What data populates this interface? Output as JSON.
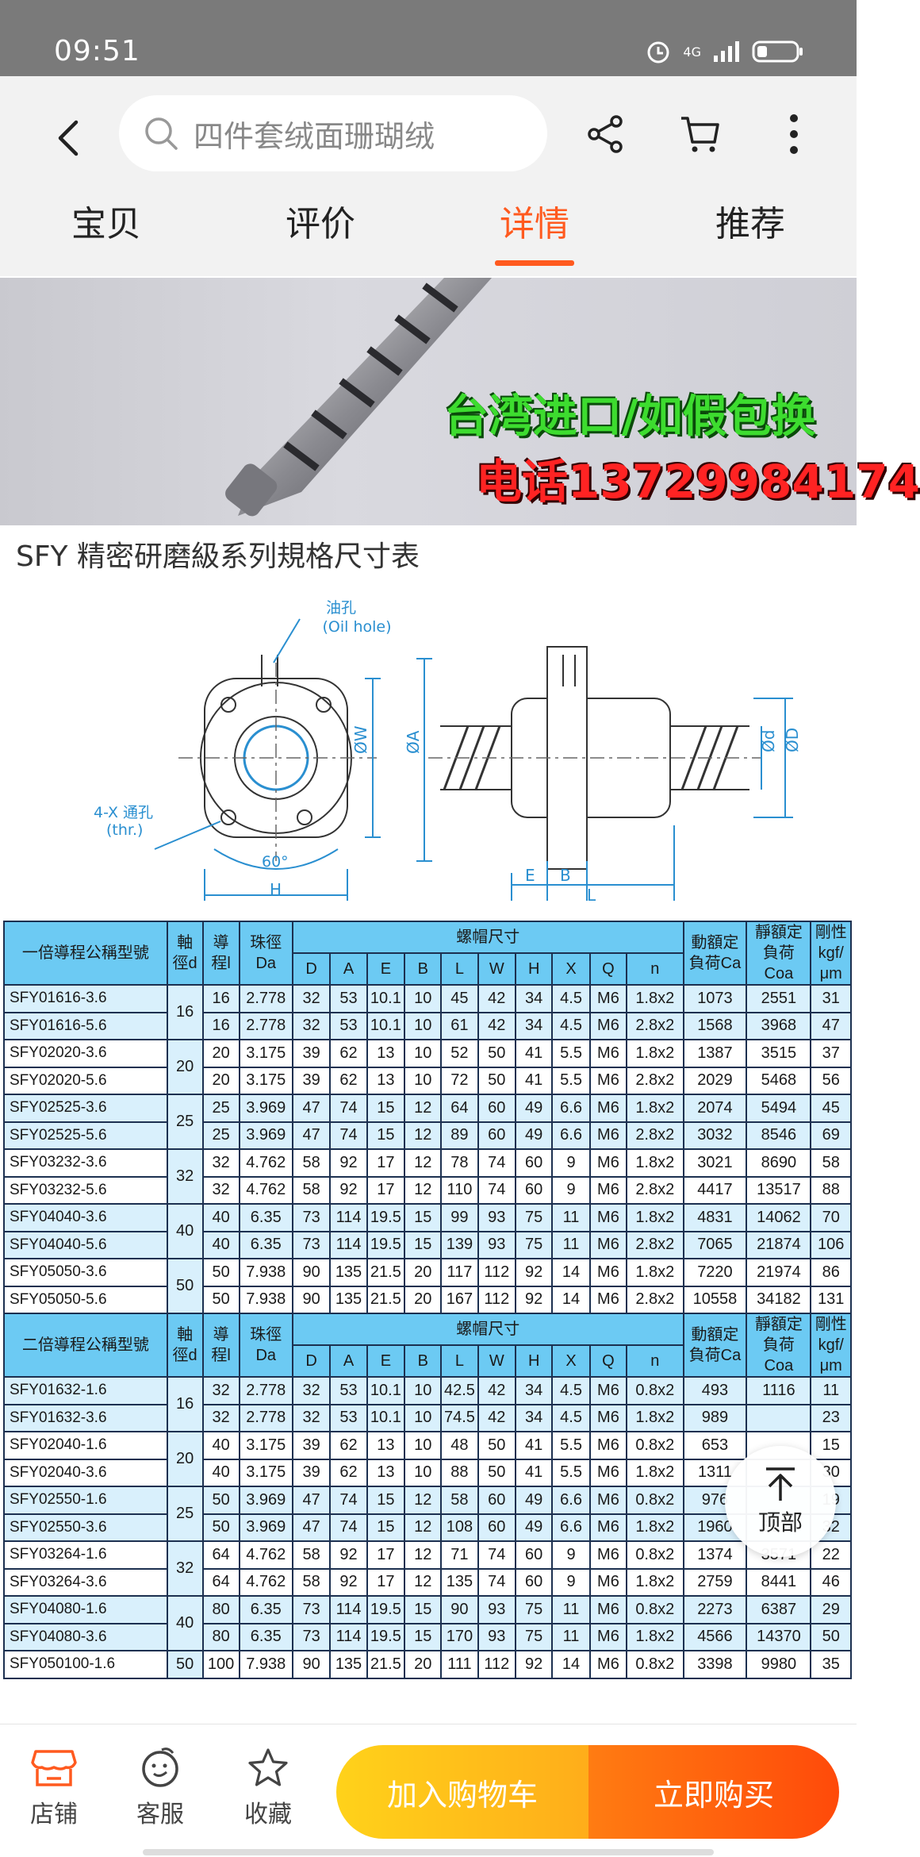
{
  "status": {
    "time": "09:51",
    "network": "4G"
  },
  "header": {
    "search_placeholder": "四件套绒面珊瑚绒",
    "tabs": [
      {
        "label": "宝贝",
        "active": false
      },
      {
        "label": "评价",
        "active": false
      },
      {
        "label": "详情",
        "active": true
      },
      {
        "label": "推荐",
        "active": false
      }
    ]
  },
  "banner": {
    "line1": "台湾进口/如假包换",
    "line2": "电话13729984174"
  },
  "spec_title": "SFY 精密研磨級系列規格尺寸表",
  "drawing": {
    "oil_hole": "油孔",
    "oil_hole_en": "(Oil hole)",
    "thr": "4-X 通孔",
    "thr_en": "(thr.)",
    "angle": "60°",
    "labels": {
      "W": "ØW",
      "A": "ØA",
      "H": "H",
      "d": "Ød",
      "D": "ØD",
      "E": "E",
      "B": "B",
      "L": "L"
    }
  },
  "table": {
    "head_nut": "螺帽尺寸",
    "head_shaft": "軸徑d",
    "head_lead": "導程l",
    "head_ball": "珠徑Da",
    "head_dyn": "動額定負荷Ca",
    "head_static": "靜額定負荷Coa",
    "head_stiff": "剛性kgf/μm",
    "subcols": [
      "D",
      "A",
      "E",
      "B",
      "L",
      "W",
      "H",
      "X",
      "Q",
      "n"
    ],
    "sections": [
      {
        "title": "一倍導程公稱型號",
        "groups": [
          {
            "d": "16",
            "shade": "blue",
            "rows": [
              [
                "SFY01616-3.6",
                "16",
                "2.778",
                "32",
                "53",
                "10.1",
                "10",
                "45",
                "42",
                "34",
                "4.5",
                "M6",
                "1.8x2",
                "1073",
                "2551",
                "31"
              ],
              [
                "SFY01616-5.6",
                "16",
                "2.778",
                "32",
                "53",
                "10.1",
                "10",
                "61",
                "42",
                "34",
                "4.5",
                "M6",
                "2.8x2",
                "1568",
                "3968",
                "47"
              ]
            ]
          },
          {
            "d": "20",
            "shade": "white",
            "rows": [
              [
                "SFY02020-3.6",
                "20",
                "3.175",
                "39",
                "62",
                "13",
                "10",
                "52",
                "50",
                "41",
                "5.5",
                "M6",
                "1.8x2",
                "1387",
                "3515",
                "37"
              ],
              [
                "SFY02020-5.6",
                "20",
                "3.175",
                "39",
                "62",
                "13",
                "10",
                "72",
                "50",
                "41",
                "5.5",
                "M6",
                "2.8x2",
                "2029",
                "5468",
                "56"
              ]
            ]
          },
          {
            "d": "25",
            "shade": "blue",
            "rows": [
              [
                "SFY02525-3.6",
                "25",
                "3.969",
                "47",
                "74",
                "15",
                "12",
                "64",
                "60",
                "49",
                "6.6",
                "M6",
                "1.8x2",
                "2074",
                "5494",
                "45"
              ],
              [
                "SFY02525-5.6",
                "25",
                "3.969",
                "47",
                "74",
                "15",
                "12",
                "89",
                "60",
                "49",
                "6.6",
                "M6",
                "2.8x2",
                "3032",
                "8546",
                "69"
              ]
            ]
          },
          {
            "d": "32",
            "shade": "white",
            "rows": [
              [
                "SFY03232-3.6",
                "32",
                "4.762",
                "58",
                "92",
                "17",
                "12",
                "78",
                "74",
                "60",
                "9",
                "M6",
                "1.8x2",
                "3021",
                "8690",
                "58"
              ],
              [
                "SFY03232-5.6",
                "32",
                "4.762",
                "58",
                "92",
                "17",
                "12",
                "110",
                "74",
                "60",
                "9",
                "M6",
                "2.8x2",
                "4417",
                "13517",
                "88"
              ]
            ]
          },
          {
            "d": "40",
            "shade": "blue",
            "rows": [
              [
                "SFY04040-3.6",
                "40",
                "6.35",
                "73",
                "114",
                "19.5",
                "15",
                "99",
                "93",
                "75",
                "11",
                "M6",
                "1.8x2",
                "4831",
                "14062",
                "70"
              ],
              [
                "SFY04040-5.6",
                "40",
                "6.35",
                "73",
                "114",
                "19.5",
                "15",
                "139",
                "93",
                "75",
                "11",
                "M6",
                "2.8x2",
                "7065",
                "21874",
                "106"
              ]
            ]
          },
          {
            "d": "50",
            "shade": "white",
            "rows": [
              [
                "SFY05050-3.6",
                "50",
                "7.938",
                "90",
                "135",
                "21.5",
                "20",
                "117",
                "112",
                "92",
                "14",
                "M6",
                "1.8x2",
                "7220",
                "21974",
                "86"
              ],
              [
                "SFY05050-5.6",
                "50",
                "7.938",
                "90",
                "135",
                "21.5",
                "20",
                "167",
                "112",
                "92",
                "14",
                "M6",
                "2.8x2",
                "10558",
                "34182",
                "131"
              ]
            ]
          }
        ]
      },
      {
        "title": "二倍導程公稱型號",
        "groups": [
          {
            "d": "16",
            "shade": "blue",
            "rows": [
              [
                "SFY01632-1.6",
                "32",
                "2.778",
                "32",
                "53",
                "10.1",
                "10",
                "42.5",
                "42",
                "34",
                "4.5",
                "M6",
                "0.8x2",
                "493",
                "1116",
                "11"
              ],
              [
                "SFY01632-3.6",
                "32",
                "2.778",
                "32",
                "53",
                "10.1",
                "10",
                "74.5",
                "42",
                "34",
                "4.5",
                "M6",
                "1.8x2",
                "989",
                "",
                "23"
              ]
            ]
          },
          {
            "d": "20",
            "shade": "white",
            "rows": [
              [
                "SFY02040-1.6",
                "40",
                "3.175",
                "39",
                "62",
                "13",
                "10",
                "48",
                "50",
                "41",
                "5.5",
                "M6",
                "0.8x2",
                "653",
                "",
                "15"
              ],
              [
                "SFY02040-3.6",
                "40",
                "3.175",
                "39",
                "62",
                "13",
                "10",
                "88",
                "50",
                "41",
                "5.5",
                "M6",
                "1.8x2",
                "1311",
                "",
                "30"
              ]
            ]
          },
          {
            "d": "25",
            "shade": "blue",
            "rows": [
              [
                "SFY02550-1.6",
                "50",
                "3.969",
                "47",
                "74",
                "15",
                "12",
                "58",
                "60",
                "49",
                "6.6",
                "M6",
                "0.8x2",
                "976",
                "",
                "19"
              ],
              [
                "SFY02550-3.6",
                "50",
                "3.969",
                "47",
                "74",
                "15",
                "12",
                "108",
                "60",
                "49",
                "6.6",
                "M6",
                "1.8x2",
                "1960",
                "5614",
                "32"
              ]
            ]
          },
          {
            "d": "32",
            "shade": "white",
            "rows": [
              [
                "SFY03264-1.6",
                "64",
                "4.762",
                "58",
                "92",
                "17",
                "12",
                "71",
                "74",
                "60",
                "9",
                "M6",
                "0.8x2",
                "1374",
                "3571",
                "22"
              ],
              [
                "SFY03264-3.6",
                "64",
                "4.762",
                "58",
                "92",
                "17",
                "12",
                "135",
                "74",
                "60",
                "9",
                "M6",
                "1.8x2",
                "2759",
                "8441",
                "46"
              ]
            ]
          },
          {
            "d": "40",
            "shade": "blue",
            "rows": [
              [
                "SFY04080-1.6",
                "80",
                "6.35",
                "73",
                "114",
                "19.5",
                "15",
                "90",
                "93",
                "75",
                "11",
                "M6",
                "0.8x2",
                "2273",
                "6387",
                "29"
              ],
              [
                "SFY04080-3.6",
                "80",
                "6.35",
                "73",
                "114",
                "19.5",
                "15",
                "170",
                "93",
                "75",
                "11",
                "M6",
                "1.8x2",
                "4566",
                "14370",
                "50"
              ]
            ]
          },
          {
            "d": "50",
            "shade": "white",
            "rows": [
              [
                "SFY050100-1.6",
                "100",
                "7.938",
                "90",
                "135",
                "21.5",
                "20",
                "111",
                "112",
                "92",
                "14",
                "M6",
                "0.8x2",
                "3398",
                "9980",
                "35"
              ]
            ]
          }
        ]
      }
    ]
  },
  "float_top": {
    "label": "顶部"
  },
  "bottom": {
    "store": "店铺",
    "service": "客服",
    "favorite": "收藏",
    "add_cart": "加入购物车",
    "buy_now": "立即购买"
  },
  "colors": {
    "accent": "#ff5a1f",
    "table_header": "#6ccaf3",
    "row_shade": "#d9f0fc",
    "cart_yellow": "#ffc21a",
    "buy_orange": "#ff5a0e"
  }
}
